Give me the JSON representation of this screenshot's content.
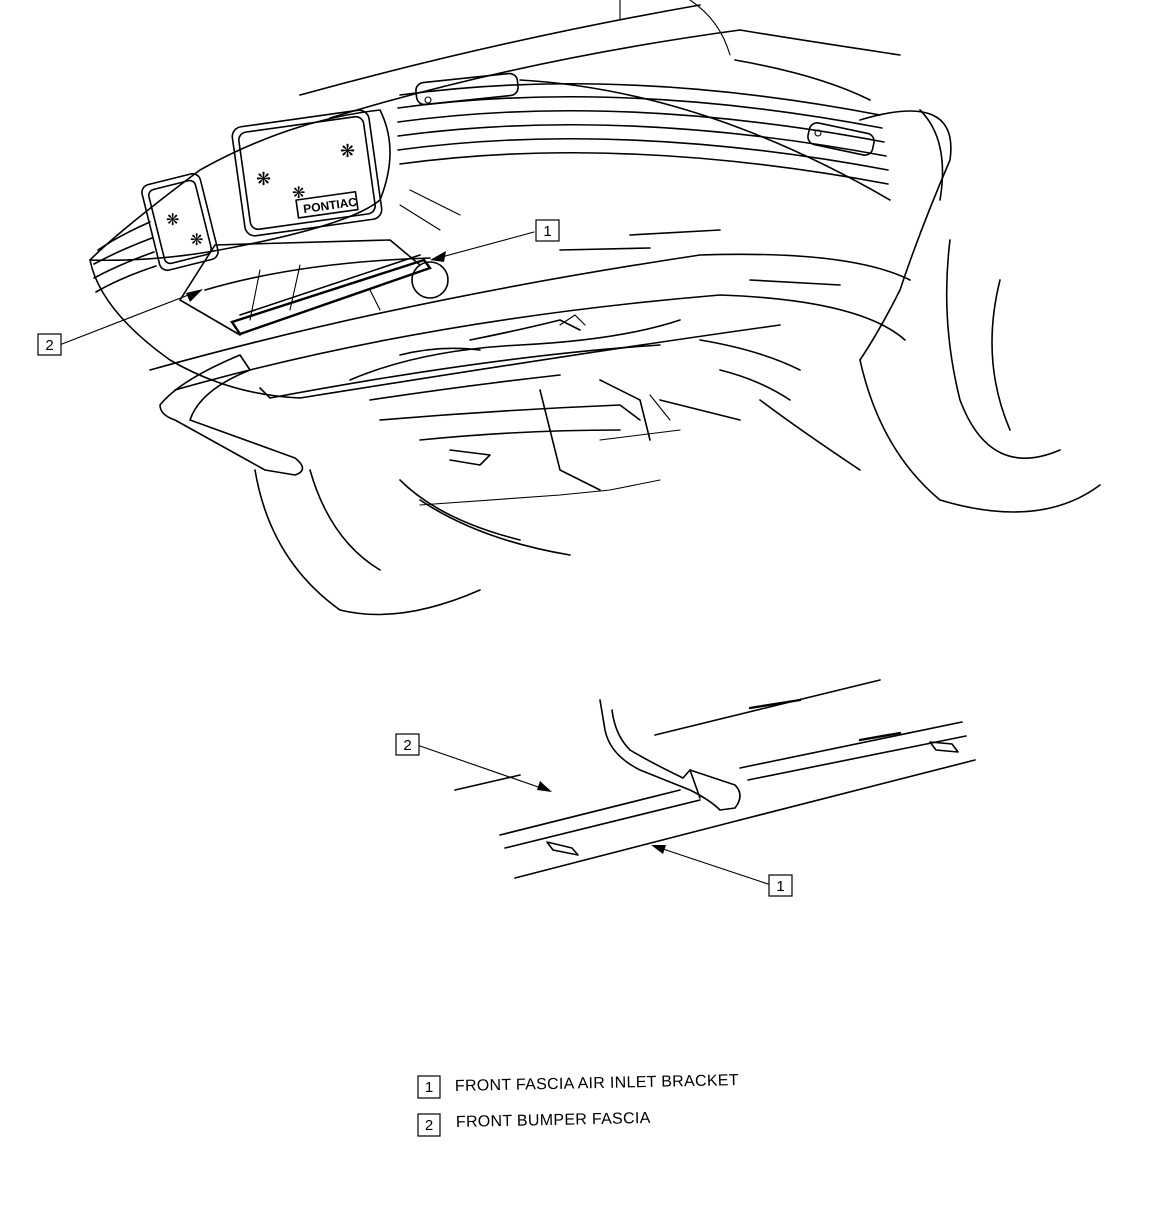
{
  "diagram": {
    "upper_view": {
      "callouts": [
        {
          "id": "upper-callout-1",
          "number": "1"
        },
        {
          "id": "upper-callout-2",
          "number": "2"
        }
      ],
      "emblem_text": "PONTIAC"
    },
    "detail_view": {
      "callouts": [
        {
          "id": "detail-callout-2",
          "number": "2"
        },
        {
          "id": "detail-callout-1",
          "number": "1"
        }
      ]
    },
    "legend": [
      {
        "number": "1",
        "label": "FRONT FASCIA AIR INLET BRACKET"
      },
      {
        "number": "2",
        "label": "FRONT BUMPER FASCIA"
      }
    ]
  }
}
